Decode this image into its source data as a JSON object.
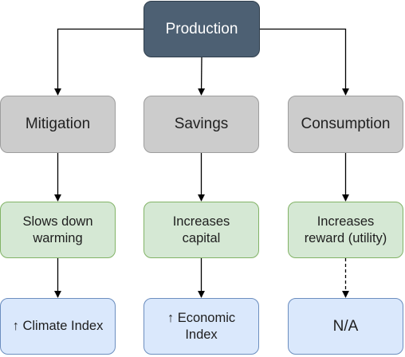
{
  "diagram": {
    "root": {
      "label": "Production"
    },
    "branches": [
      {
        "action": "Mitigation",
        "effect": "Slows down\nwarming",
        "outcome": "↑ Climate Index"
      },
      {
        "action": "Savings",
        "effect": "Increases\ncapital",
        "outcome": "↑ Economic\nIndex"
      },
      {
        "action": "Consumption",
        "effect": "Increases\nreward (utility)",
        "outcome": "N/A"
      }
    ],
    "colors": {
      "root_fill": "#4d6073",
      "action_fill": "#cccccc",
      "effect_fill": "#d5e8d4",
      "effect_border": "#82b366",
      "outcome_fill": "#dae8fc",
      "outcome_border": "#6c8ebf",
      "connector": "#000000"
    },
    "edges": [
      {
        "from": "root",
        "to": "action-0",
        "style": "solid"
      },
      {
        "from": "root",
        "to": "action-1",
        "style": "solid"
      },
      {
        "from": "root",
        "to": "action-2",
        "style": "solid"
      },
      {
        "from": "action-0",
        "to": "effect-0",
        "style": "solid"
      },
      {
        "from": "action-1",
        "to": "effect-1",
        "style": "solid"
      },
      {
        "from": "action-2",
        "to": "effect-2",
        "style": "solid"
      },
      {
        "from": "effect-0",
        "to": "outcome-0",
        "style": "solid"
      },
      {
        "from": "effect-1",
        "to": "outcome-1",
        "style": "solid"
      },
      {
        "from": "effect-2",
        "to": "outcome-2",
        "style": "dashed"
      }
    ]
  }
}
